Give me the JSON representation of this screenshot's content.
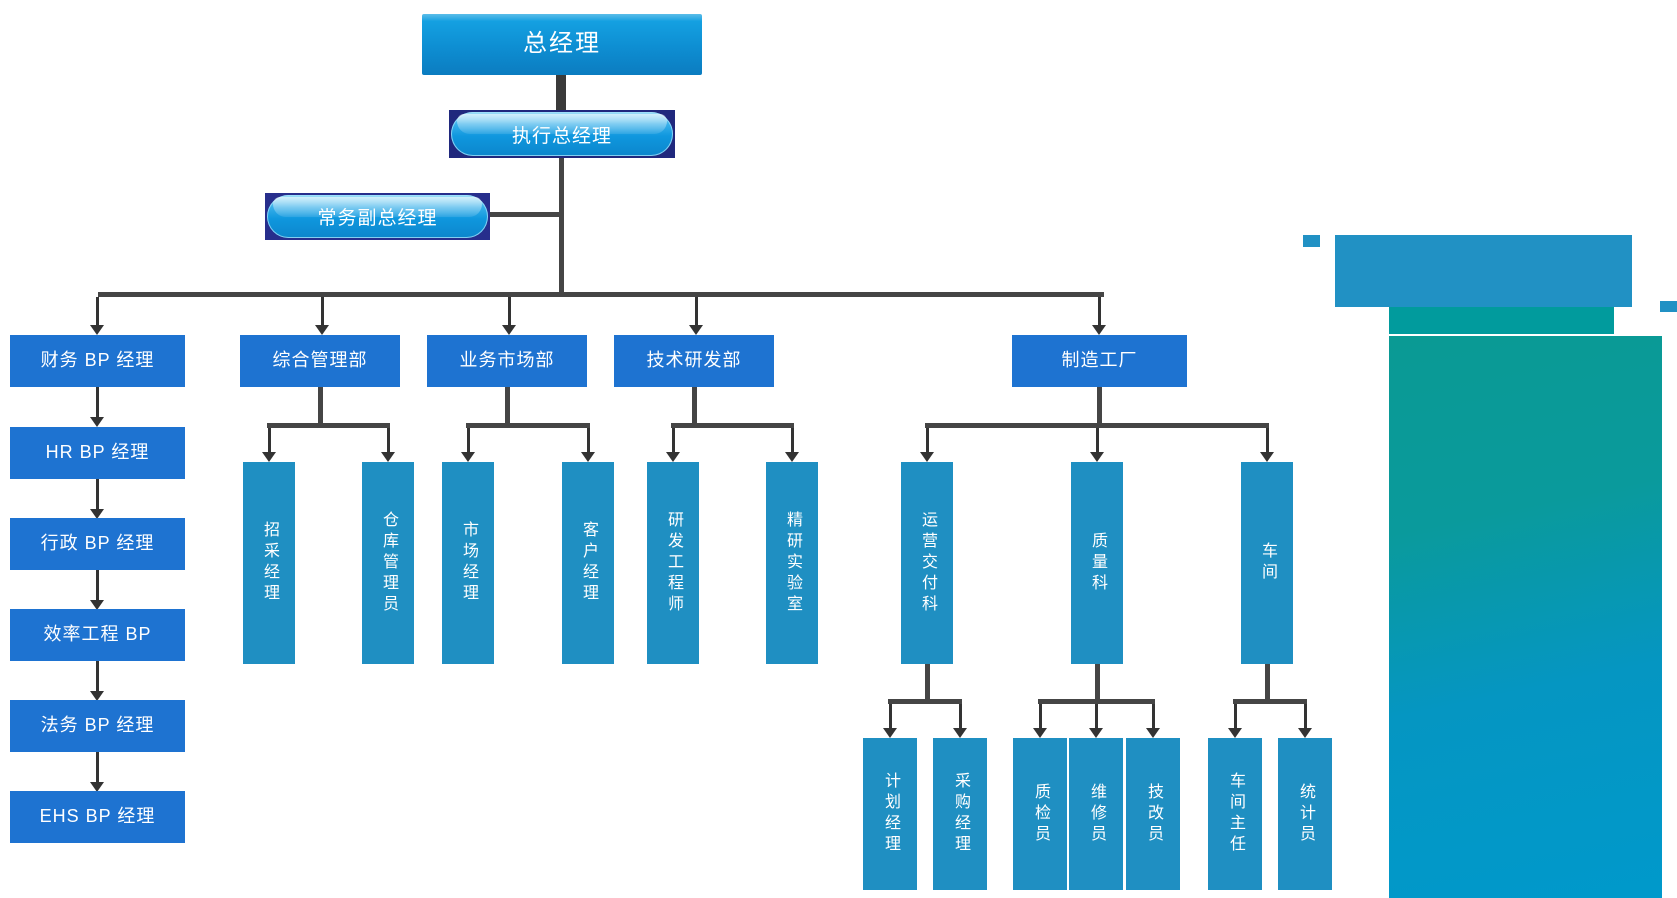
{
  "org": {
    "top": {
      "label": "总经理"
    },
    "executive": {
      "label": "执行总经理"
    },
    "deputy": {
      "label": "常务副总经理"
    },
    "bp_chain": [
      "财务 BP 经理",
      "HR BP 经理",
      "行政 BP 经理",
      "效率工程 BP",
      "法务 BP 经理",
      "EHS BP 经理"
    ],
    "departments": [
      {
        "label": "综合管理部",
        "children": [
          "招采经理",
          "仓库管理员"
        ]
      },
      {
        "label": "业务市场部",
        "children": [
          "市场经理",
          "客户经理"
        ]
      },
      {
        "label": "技术研发部",
        "children": [
          "研发工程师",
          "精研实验室"
        ]
      },
      {
        "label": "制造工厂",
        "children": [
          {
            "label": "运营交付科",
            "children": [
              "计划经理",
              "采购经理"
            ]
          },
          {
            "label": "质量科",
            "children": [
              "质检员",
              "维修员",
              "技改员"
            ]
          },
          {
            "label": "车间",
            "children": [
              "车间主任",
              "统计员"
            ]
          }
        ]
      }
    ]
  },
  "colors": {
    "dept_box_blue": "#1E73D1",
    "vertical_box_teal": "#1F8FC2",
    "top_box_gradient_top": "#5CBDE9",
    "top_box_gradient_bottom": "#0B7CC0",
    "pill_border_navy": "#20287D",
    "connector_gray": "#454545",
    "decor_blue": "#2191C4",
    "decor_teal": "#019B9D",
    "decor_gradient_top": "#0A9A94",
    "decor_gradient_bottom": "#0099CB",
    "text": "#FFFFFF"
  }
}
